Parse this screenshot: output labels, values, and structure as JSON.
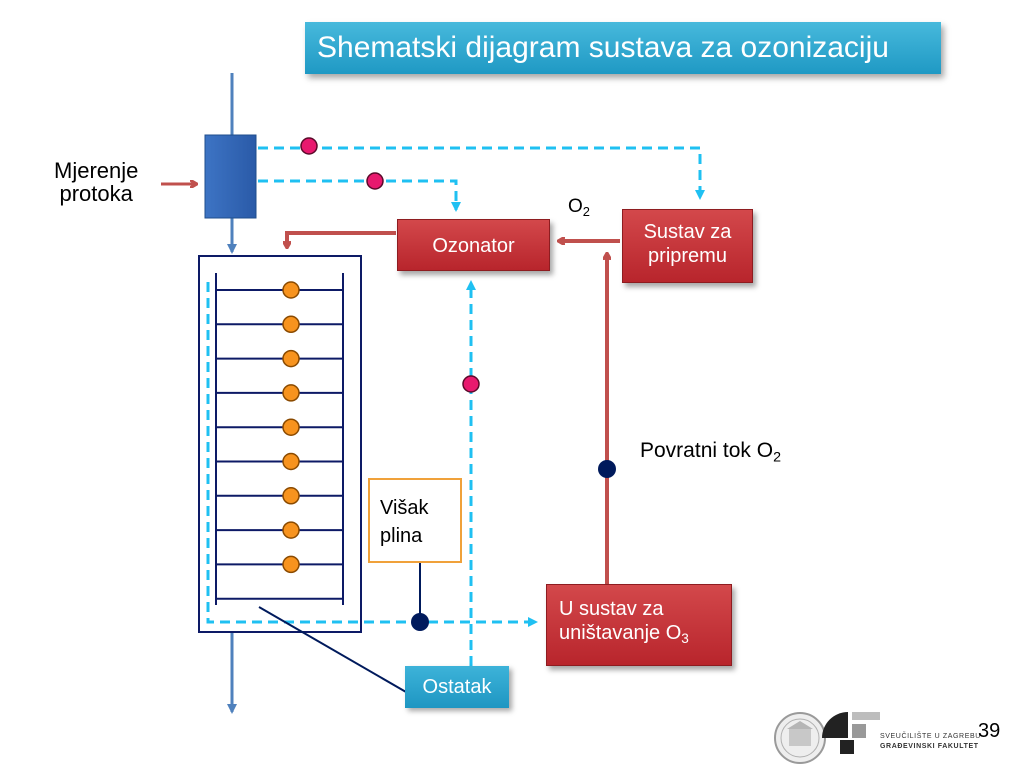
{
  "title": "Shematski dijagram sustava za ozonizaciju",
  "labels": {
    "flow_meter": [
      "Mjerenje",
      "protoka"
    ],
    "ozonator": "Ozonator",
    "prep_system": [
      "Sustav za",
      "pripremu"
    ],
    "o2": "O",
    "o2_sub": "2",
    "return_flow": "Povratni tok O",
    "return_flow_sub": "2",
    "destruction": [
      "U sustav za",
      "uništavanje O"
    ],
    "destruction_sub": "3",
    "excess_gas": [
      "Višak",
      "plina"
    ],
    "residue": "Ostatak"
  },
  "page_number": "39",
  "logo": {
    "line1": "SVEUČILIŠTE U ZAGREBU",
    "line2": "GRAĐEVINSKI FAKULTET"
  },
  "diffuser_count": 9,
  "colors": {
    "water_pipe": "#4f81bd",
    "signal_line": "#1fc0f2",
    "gas_line": "#c0504d",
    "diffuser_dot": "#f7931e",
    "sensor_dot": "#e8196e",
    "junction_dot": "#001a5c",
    "tank_outline": "#0d1a66",
    "title_bg": "#2aa7d1",
    "box_red": "#c0393b"
  }
}
